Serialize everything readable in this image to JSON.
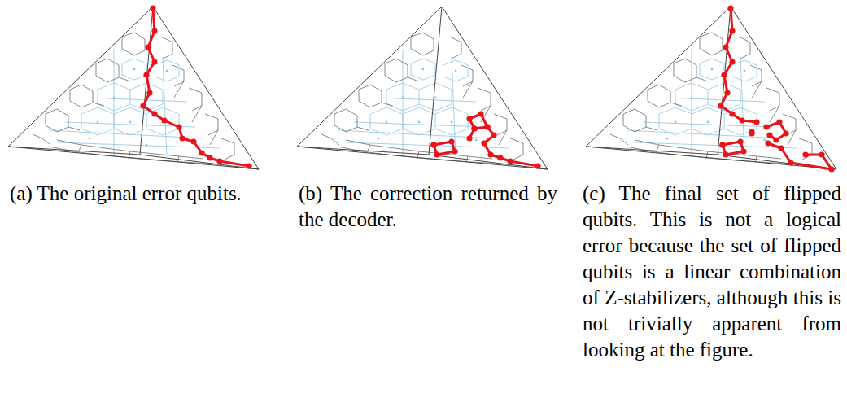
{
  "diagram": {
    "labels": [
      "(a) The original error qubits.",
      "(b) The correction returned by the decoder.",
      "(c) The final set of flipped qubits. This is not a logical error because the set of flipped qubits is a linear combination of Z-stabilizers, although this is not trivially apparent from looking at the figure."
    ]
  }
}
